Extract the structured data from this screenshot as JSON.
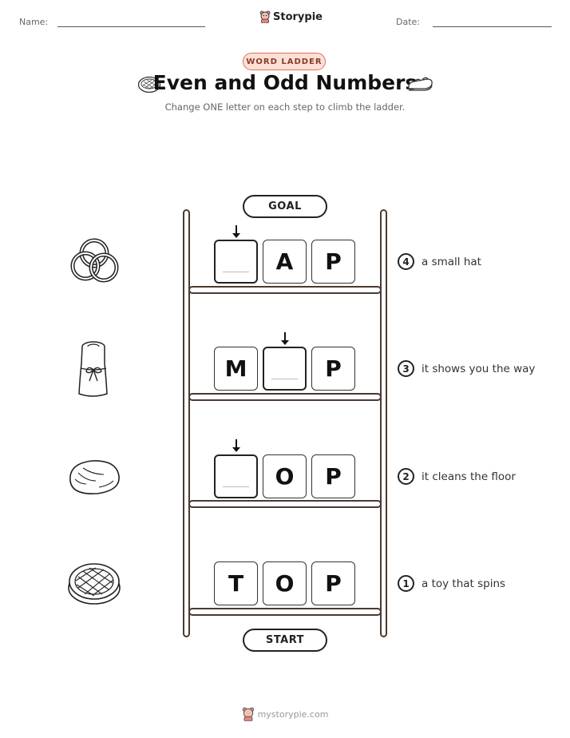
{
  "header": {
    "name_label": "Name:",
    "date_label": "Date:",
    "brand": "Storypie"
  },
  "badge": "WORD LADDER",
  "title": "Even and Odd Numbers",
  "subtitle": "Change ONE letter on each step to climb the ladder.",
  "ladder": {
    "goal_label": "GOAL",
    "start_label": "START",
    "steps": [
      {
        "number": "4",
        "clue": "a small hat",
        "letters": [
          "",
          "A",
          "P"
        ],
        "blank_index": 0,
        "icon": "rings-icon"
      },
      {
        "number": "3",
        "clue": "it shows you the way",
        "letters": [
          "M",
          "",
          "P"
        ],
        "blank_index": 1,
        "icon": "scroll-icon"
      },
      {
        "number": "2",
        "clue": "it cleans the floor",
        "letters": [
          "",
          "O",
          "P"
        ],
        "blank_index": 0,
        "icon": "bread-icon"
      },
      {
        "number": "1",
        "clue": "a toy that spins",
        "letters": [
          "T",
          "O",
          "P"
        ],
        "blank_index": null,
        "icon": "pie-icon"
      }
    ]
  },
  "footer": {
    "url": "mystorypie.com"
  }
}
